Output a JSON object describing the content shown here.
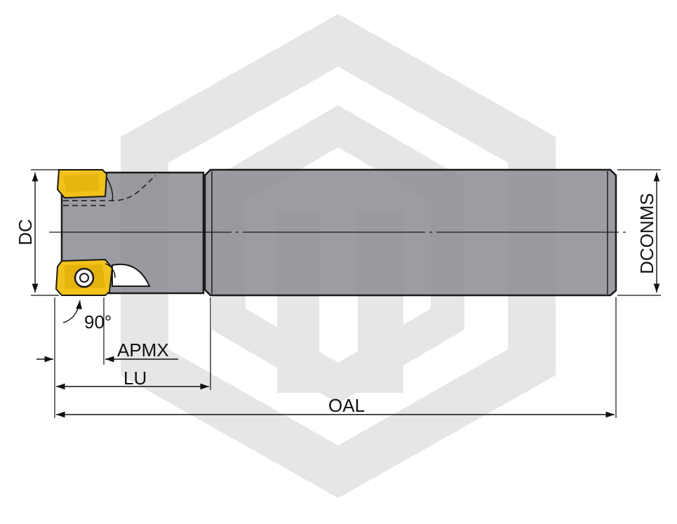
{
  "labels": {
    "dc": "DC",
    "dconms": "DCONMS",
    "angle": "90°",
    "apmx": "APMX",
    "lu": "LU",
    "oal": "OAL"
  },
  "colors": {
    "body": "#8e8e96",
    "body_edge": "#1a1a1a",
    "insert": "#f2c21a",
    "insert_shade": "#c99a00",
    "watermark": "#e6e6e6",
    "dim_line": "#111111"
  },
  "icons": {
    "watermark": "hexagon-logo-watermark",
    "insert": "cutting-insert-icon",
    "screw": "insert-screw-icon"
  }
}
